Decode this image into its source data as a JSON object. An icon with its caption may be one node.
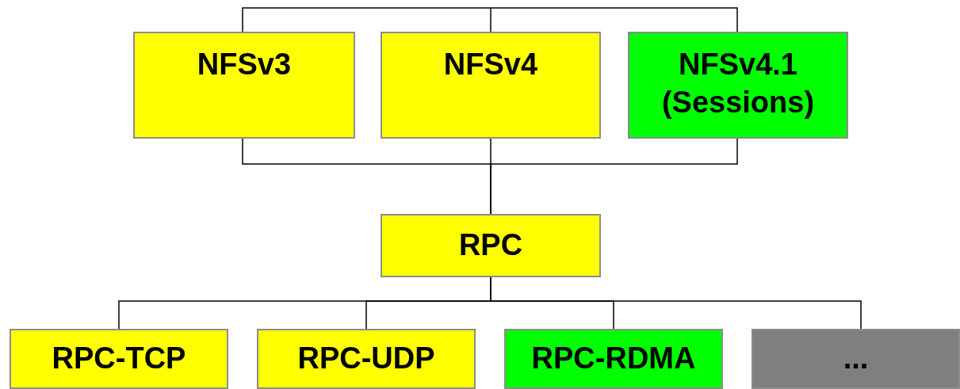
{
  "diagram": {
    "nodes": [
      {
        "text": [
          "NFSv3"
        ]
      },
      {
        "text": [
          "NFSv4"
        ]
      },
      {
        "text": [
          "NFSv4.1 (Sessions)"
        ]
      },
      {
        "text": [
          "RPC"
        ]
      },
      {
        "text": [
          "RPC-TCP"
        ]
      },
      {
        "text": [
          "RPC-UDP"
        ]
      },
      {
        "text": [
          "RPC-RDMA"
        ]
      },
      {
        "text": [
          "..."
        ]
      }
    ],
    "edges": [
      {
        "from": null,
        "to": 0,
        "arrow": "none"
      },
      {
        "from": null,
        "to": 1,
        "arrow": "none"
      },
      {
        "from": null,
        "to": 2,
        "arrow": "none"
      },
      {
        "from": 0,
        "to": 3,
        "arrow": "none"
      },
      {
        "from": 1,
        "to": 3,
        "arrow": "none"
      },
      {
        "from": 2,
        "to": 3,
        "arrow": "none"
      },
      {
        "from": 3,
        "to": 4,
        "arrow": "none"
      },
      {
        "from": 3,
        "to": 5,
        "arrow": "none"
      },
      {
        "from": 3,
        "to": 6,
        "arrow": "none"
      },
      {
        "from": 3,
        "to": 7,
        "arrow": "none"
      }
    ]
  }
}
